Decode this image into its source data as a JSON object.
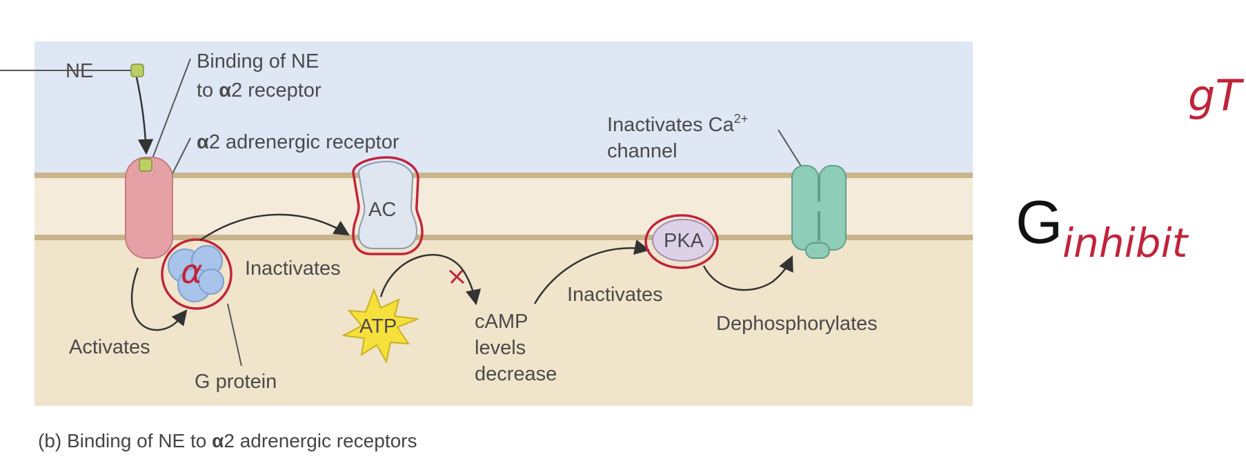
{
  "diagram": {
    "labels": {
      "ne": "NE",
      "binding_line1": "Binding of NE",
      "binding_line2_prefix": "to ",
      "binding_line2_suffix": "2 receptor",
      "alpha": "α",
      "receptor_suffix": "2 adrenergic receptor",
      "ac": "AC",
      "inactivates_ca_prefix": "Inactivates Ca",
      "ca_superscript": "2+",
      "channel": "channel",
      "inactivates_1": "Inactivates",
      "inactivates_2": "Inactivates",
      "activates": "Activates",
      "g_protein": "G protein",
      "atp": "ATP",
      "camp_line1": "cAMP",
      "camp_line2": "levels",
      "camp_line3": "decrease",
      "pka": "PKA",
      "dephosphorylates": "Dephosphorylates"
    },
    "caption": {
      "prefix": "(b) Binding of NE to ",
      "alpha": "α",
      "suffix": "2 adrenergic receptors"
    },
    "handwriting": {
      "g_alpha": "α",
      "g_alpha_top": "gT",
      "g_letter": "G",
      "g_subscript": "inhibit"
    }
  },
  "colors": {
    "extracellular": "#dfe6f4",
    "membrane": "#f4ebdb",
    "membrane_edge": "#c9b48b",
    "cytoplasm": "#f0e4cb",
    "receptor": "#e6a1a6",
    "g_protein": "#a9c4ea",
    "ac": "#dfe6f0",
    "pka": "#ddd1e8",
    "channel": "#8ecdb8",
    "atp": "#f6e03c",
    "annotation_red": "#c0243a"
  }
}
